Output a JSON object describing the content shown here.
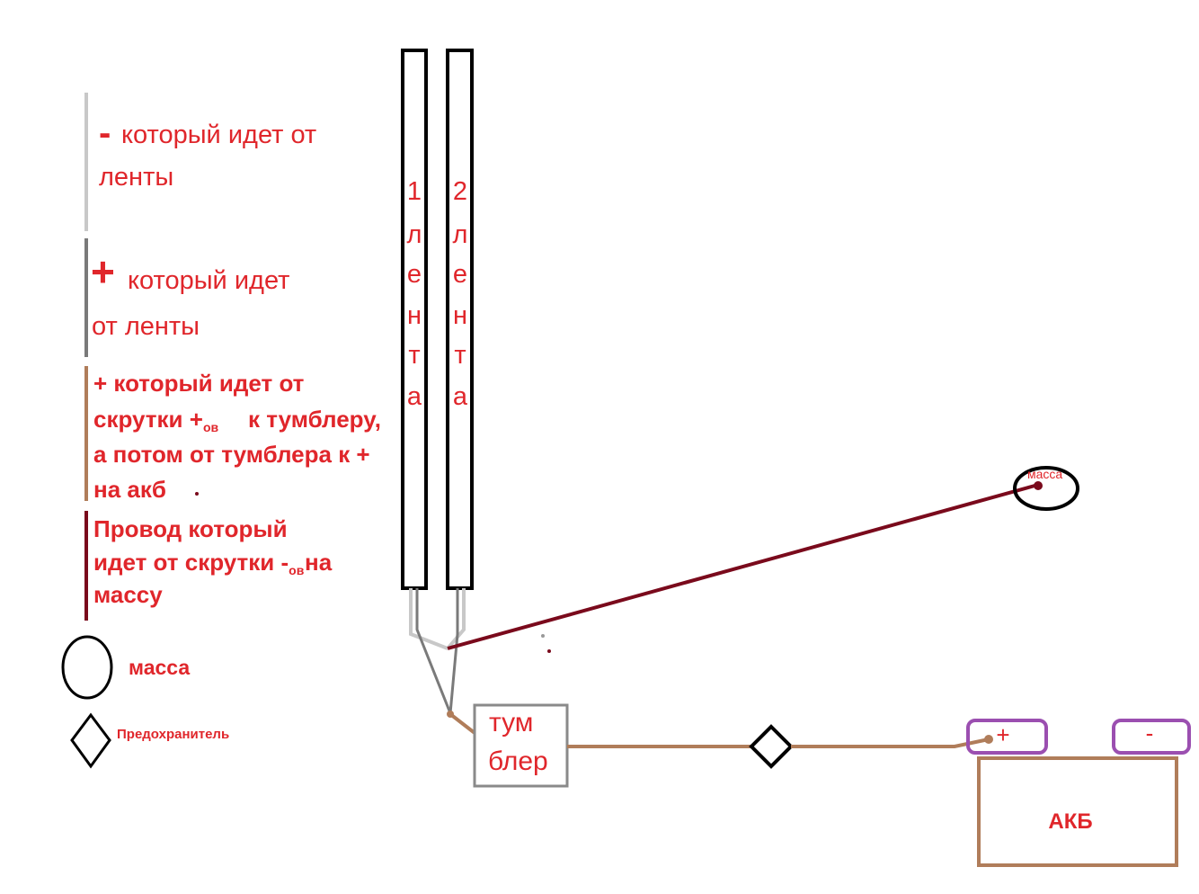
{
  "colors": {
    "text": "#e0262b",
    "light_wire": "#c8c8c8",
    "dark_gray_wire": "#7a7a7a",
    "brown_wire": "#b07d5a",
    "ground_wire": "#7a0a1c",
    "battery_terminal": "#9b4fb0",
    "outline": "#000000"
  },
  "legend": {
    "minus_wire": {
      "sign": "-",
      "line1": "который идет от",
      "line2": "ленты"
    },
    "plus_wire": {
      "sign": "+",
      "line1": "который идет",
      "line2": "от ленты"
    },
    "plus_switch_wire": {
      "line1": "+ который идет от",
      "line2_a": "скрутки +",
      "line2_sub": "ов",
      "line2_b": "к тумблеру,",
      "line3": "а потом от тумблера к +",
      "line4": "на акб"
    },
    "ground_wire": {
      "line1": "Провод который",
      "line2_a": "идет от скрутки -",
      "line2_sub": "ов",
      "line2_b": "на",
      "line3": "массу"
    },
    "ground_symbol_label": "масса",
    "fuse_symbol_label": "Предохранитель"
  },
  "strips": [
    {
      "number": "1",
      "letters": [
        "л",
        "е",
        "н",
        "т",
        "а"
      ]
    },
    {
      "number": "2",
      "letters": [
        "л",
        "е",
        "н",
        "т",
        "а"
      ]
    }
  ],
  "switch": {
    "line1": "тум",
    "line2": "блер"
  },
  "ground_point_label": "масса",
  "battery": {
    "label": "АКБ",
    "plus_label": "+",
    "minus_label": "-"
  }
}
